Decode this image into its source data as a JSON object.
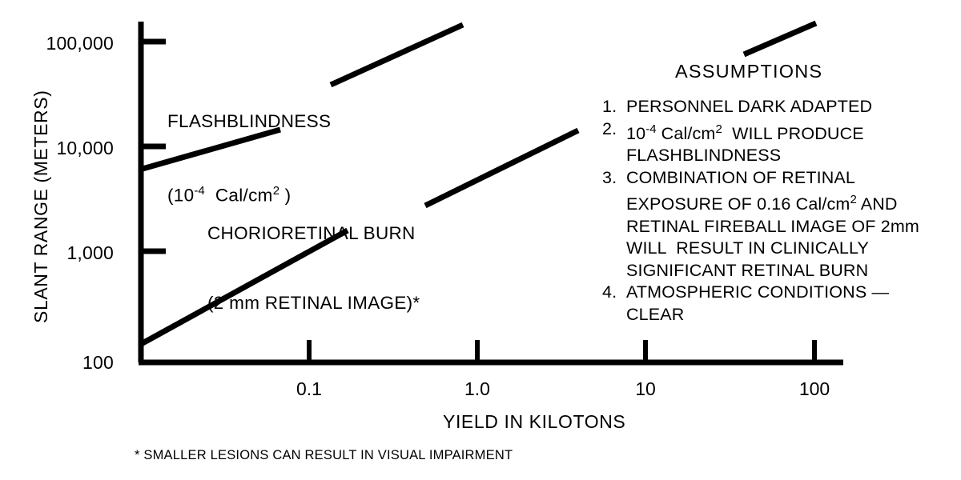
{
  "chart_data": {
    "type": "line",
    "title": "",
    "xlabel": "YIELD IN KILOTONS",
    "ylabel": "SLANT RANGE (METERS)",
    "xscale": "log",
    "yscale": "log",
    "xlim": [
      0.01,
      200
    ],
    "ylim": [
      100,
      200000
    ],
    "xticks": [
      {
        "value": 0.1,
        "label": "0.1"
      },
      {
        "value": 1.0,
        "label": "1.0"
      },
      {
        "value": 10,
        "label": "10"
      },
      {
        "value": 100,
        "label": "100"
      }
    ],
    "yticks": [
      {
        "value": 100000,
        "label": "100,000"
      },
      {
        "value": 10000,
        "label": "10,000"
      },
      {
        "value": 1000,
        "label": "1,000"
      },
      {
        "value": 100,
        "label": "100"
      }
    ],
    "grid": false,
    "legend": "inline-annotations",
    "series": [
      {
        "name": "FLASHBLINDNESS",
        "label_line1": "FLASHBLINDNESS",
        "label_line2_prefix": "(10",
        "label_line2_sup": "-4",
        "label_line2_mid": "  Cal/cm",
        "label_line2_sup2": "2",
        "label_line2_suffix": " )",
        "points": [
          {
            "x": 0.01,
            "y": 6000
          },
          {
            "x": 100.0,
            "y": 160000
          }
        ]
      },
      {
        "name": "CHORIORETINAL BURN",
        "label_line1": "CHORIORETINAL BURN",
        "label_line2": "(2 mm RETINAL IMAGE)*",
        "points": [
          {
            "x": 0.01,
            "y": 150
          },
          {
            "x": 4.5,
            "y": 13000
          }
        ]
      }
    ],
    "annotations": [
      "* SMALLER LESIONS CAN RESULT IN VISUAL IMPAIRMENT"
    ]
  },
  "axes": {
    "y_title": "SLANT RANGE (METERS)",
    "x_title": "YIELD IN KILOTONS",
    "y_tick_labels": [
      "100,000",
      "10,000",
      "1,000",
      "100"
    ],
    "x_tick_labels": [
      "0.1",
      "1.0",
      "10",
      "100"
    ]
  },
  "curve_labels": {
    "flashblindness": {
      "line1": "FLASHBLINDNESS",
      "line2_a": "(10",
      "line2_sup_a": "-4",
      "line2_b": "  Cal/cm",
      "line2_sup_b": "2",
      "line2_c": " )"
    },
    "chorioretinal": {
      "line1": "CHORIORETINAL BURN",
      "line2": "(2 mm RETINAL IMAGE)*"
    }
  },
  "assumptions": {
    "title": "ASSUMPTIONS",
    "items": [
      {
        "number": "1.",
        "lines": [
          "PERSONNEL DARK ADAPTED"
        ]
      },
      {
        "number": "2.",
        "has_sup": true,
        "sup_prefix": "10",
        "sup_value": "-4",
        "sup_mid": " Cal/cm",
        "sup_value2": "2",
        "sup_suffix": "  WILL PRODUCE",
        "lines": [
          "FLASHBLINDNESS"
        ]
      },
      {
        "number": "3.",
        "lines": [
          "COMBINATION OF RETINAL"
        ],
        "has_sup2": true,
        "l2_prefix": "EXPOSURE OF 0.16 Cal/cm",
        "l2_sup": "2",
        "l2_suffix": " AND",
        "lines_rest": [
          "RETINAL FIREBALL IMAGE OF 2mm",
          "WILL  RESULT IN CLINICALLY",
          "SIGNIFICANT RETINAL BURN"
        ]
      },
      {
        "number": "4.",
        "lines": [
          "ATMOSPHERIC CONDITIONS —",
          "CLEAR"
        ]
      }
    ]
  },
  "footnote": "* SMALLER LESIONS CAN RESULT IN VISUAL IMPAIRMENT",
  "colors": {
    "ink": "#000000",
    "background": "#ffffff"
  }
}
